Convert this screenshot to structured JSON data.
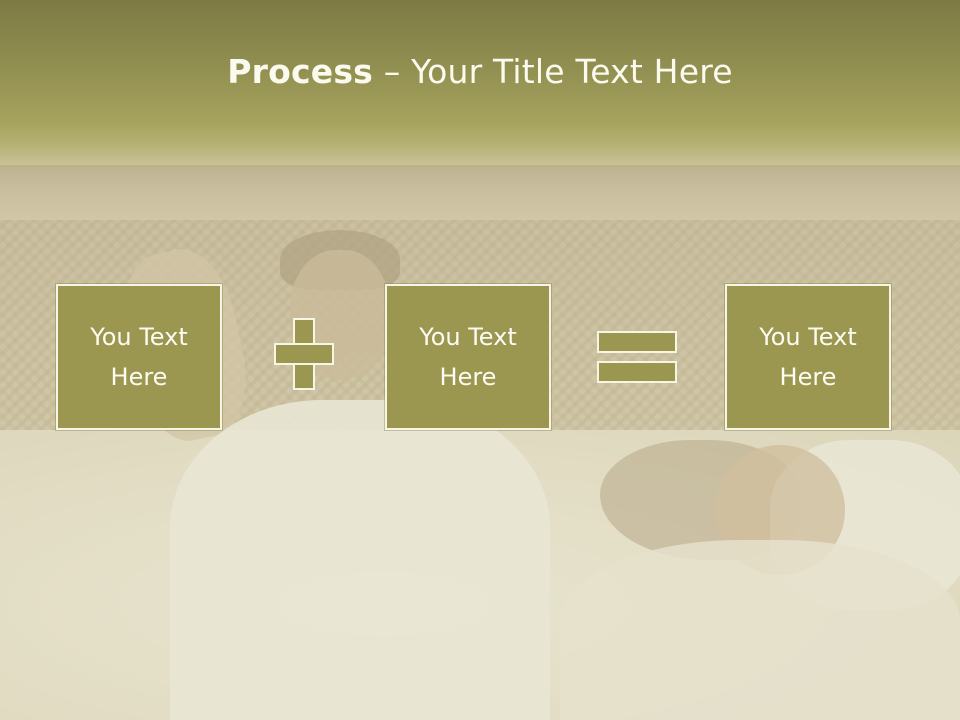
{
  "slide": {
    "title_bold": "Process",
    "title_rest": " – Your Title Text Here",
    "boxes": [
      {
        "line1": "You Text",
        "line2": "Here"
      },
      {
        "line1": "You Text",
        "line2": "Here"
      },
      {
        "line1": "You Text",
        "line2": "Here"
      }
    ],
    "operators": [
      "plus-icon",
      "equals-icon"
    ],
    "colors": {
      "header": "#8f8d4f",
      "box_fill": "#9b9650",
      "box_border": "#f7f5e4",
      "text": "#fdfcf2"
    }
  }
}
